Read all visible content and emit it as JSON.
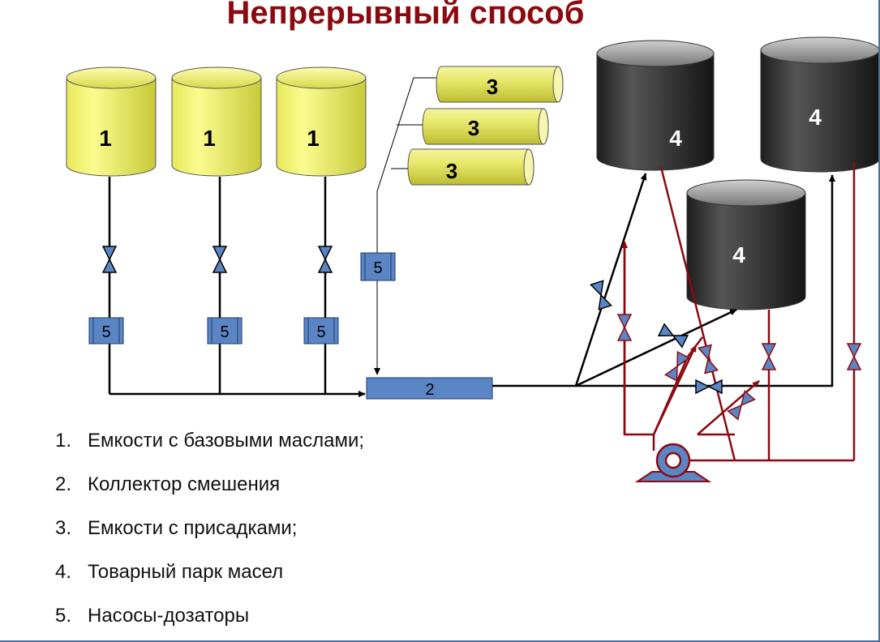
{
  "title": "Непрерывный способ",
  "labels": {
    "base_tank": "1",
    "collector": "2",
    "additive_tank": "3",
    "storage_tank": "4",
    "pump": "5"
  },
  "legend": [
    {
      "num": "1.",
      "text": "Емкости с базовыми маслами;"
    },
    {
      "num": "2.",
      "text": "Коллектор смешения"
    },
    {
      "num": "3.",
      "text": "Емкости с присадками;"
    },
    {
      "num": "4.",
      "text": "Товарный парк масел"
    },
    {
      "num": "5.",
      "text": "Насосы-дозаторы"
    }
  ],
  "colors": {
    "title": "#8b0a10",
    "base_tank": "#f2f26a",
    "storage_tank": "#3a3a3a",
    "pump_box": "#5b86c5",
    "black_line": "#000000",
    "red_line": "#8b0a10",
    "valve": "#5b86c5"
  }
}
